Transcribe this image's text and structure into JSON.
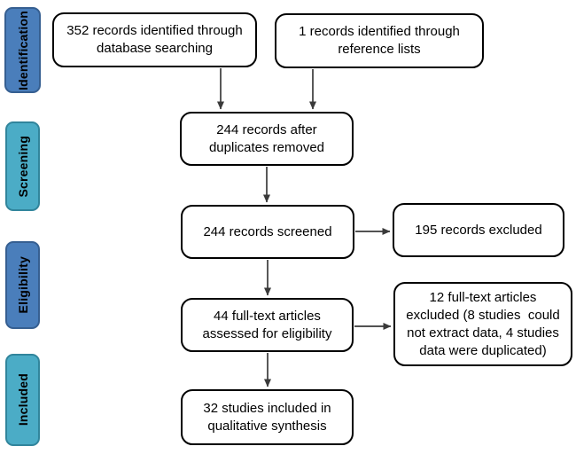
{
  "colors": {
    "page_bg": "#FFFFFF",
    "stage_blue": "#4A7EBB",
    "stage_blue_border": "#365F91",
    "stage_teal": "#4BACC6",
    "stage_teal_border": "#31859C",
    "box_fill": "#FFFFFF",
    "box_border": "#000000",
    "arrow": "#3A3A3A",
    "text": "#000000"
  },
  "stages": [
    {
      "id": "identification",
      "label": "Identification"
    },
    {
      "id": "screening",
      "label": "Screening"
    },
    {
      "id": "eligibility",
      "label": "Eligibility"
    },
    {
      "id": "included",
      "label": "Included"
    }
  ],
  "nodes": {
    "database_search": "352 records identified through\ndatabase searching",
    "reference_lists": "1 records identified through\nreference lists",
    "after_duplicates": "244 records after\nduplicates removed",
    "screened": "244 records screened",
    "records_excluded": "195 records excluded",
    "fulltext_assessed": "44 full-text articles\nassessed for eligibility",
    "fulltext_excluded": "12 full-text articles\nexcluded (8 studies  could\nnot extract data, 4 studies\ndata were duplicated)",
    "qualitative_synthesis": "32 studies included in\nqualitative synthesis"
  }
}
